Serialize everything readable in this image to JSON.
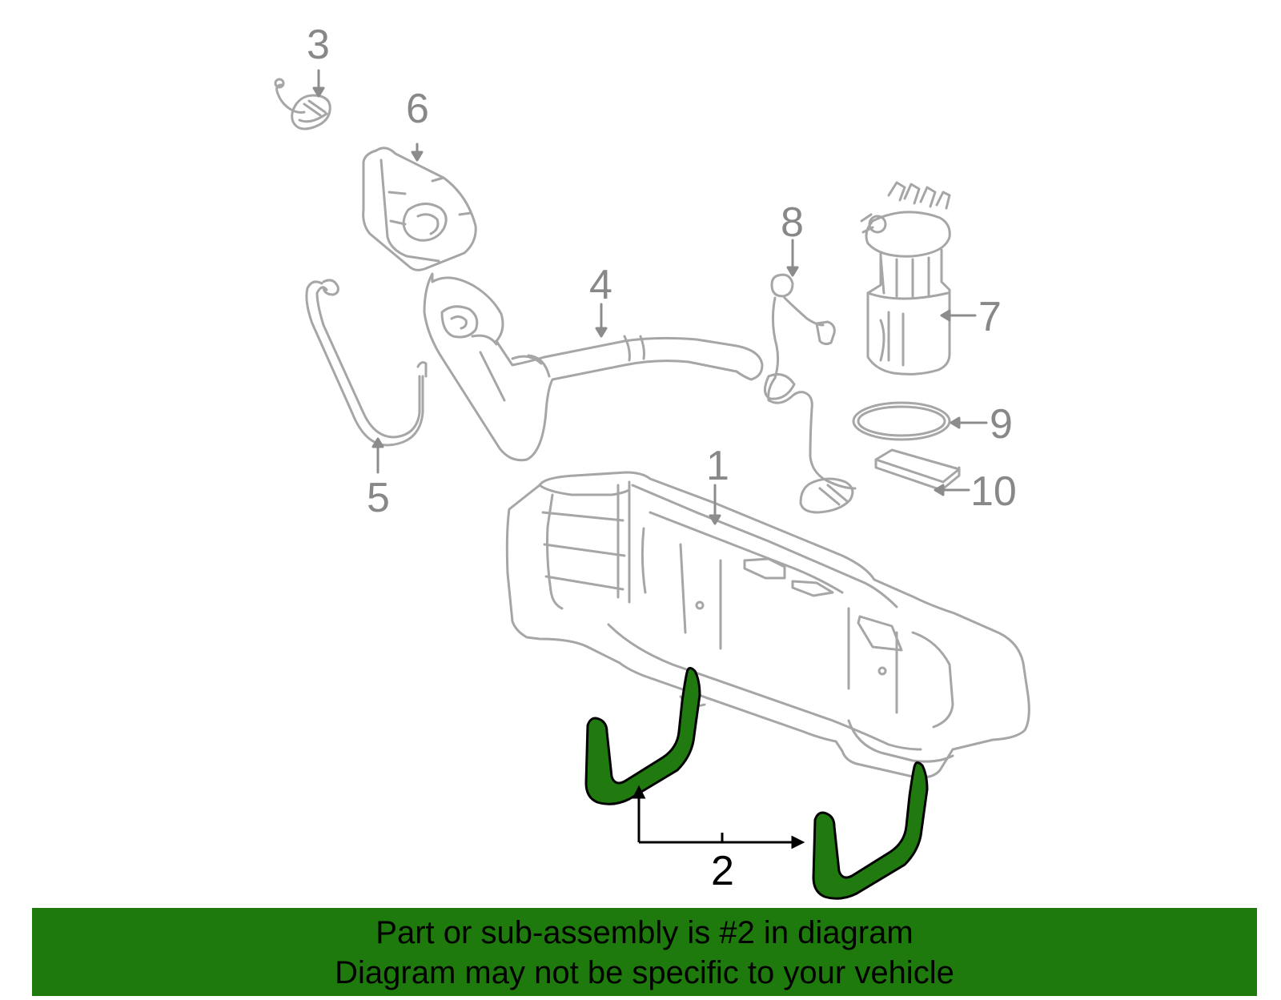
{
  "callouts": [
    "1",
    "2",
    "3",
    "4",
    "5",
    "6",
    "7",
    "8",
    "9",
    "10"
  ],
  "banner": {
    "line1": "Part or sub-assembly is #2 in diagram",
    "line2": "Diagram may not be specific to your vehicle"
  },
  "colors": {
    "part_gray": "#a6a6a6",
    "label_gray": "#888888",
    "highlight_green": "#217a10",
    "banner_green": "#1f7a0d",
    "outline_black": "#000000"
  }
}
